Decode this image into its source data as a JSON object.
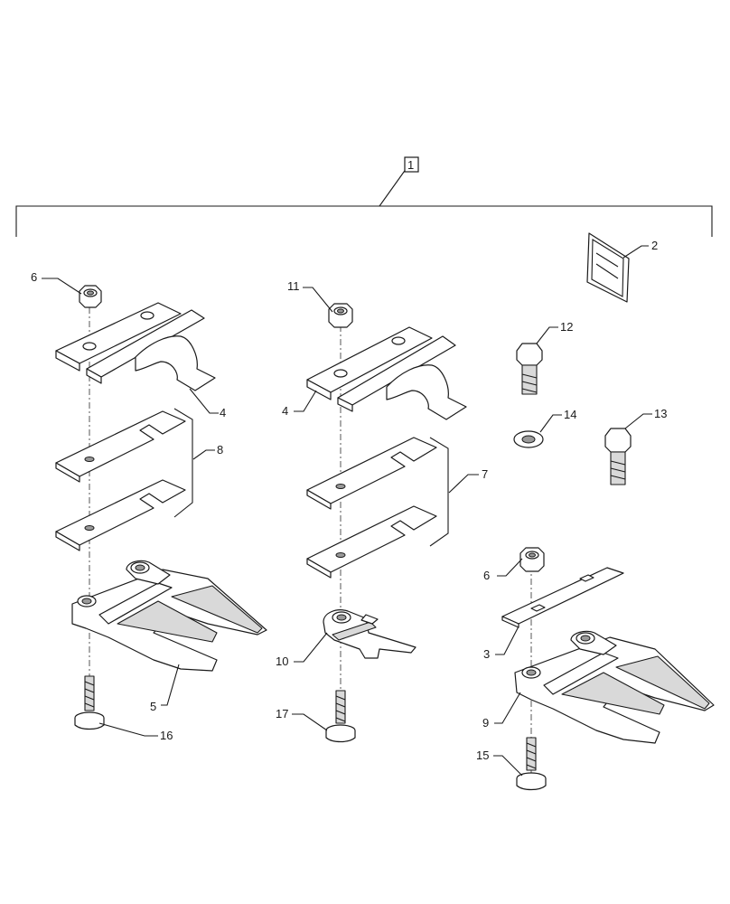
{
  "assembly_label": "1",
  "callouts": {
    "c2": "2",
    "c3": "3",
    "c4a": "4",
    "c4b": "4",
    "c5": "5",
    "c6a": "6",
    "c6b": "6",
    "c7": "7",
    "c8": "8",
    "c9": "9",
    "c10": "10",
    "c11": "11",
    "c12": "12",
    "c13": "13",
    "c14": "14",
    "c15": "15",
    "c16": "16",
    "c17": "17"
  }
}
